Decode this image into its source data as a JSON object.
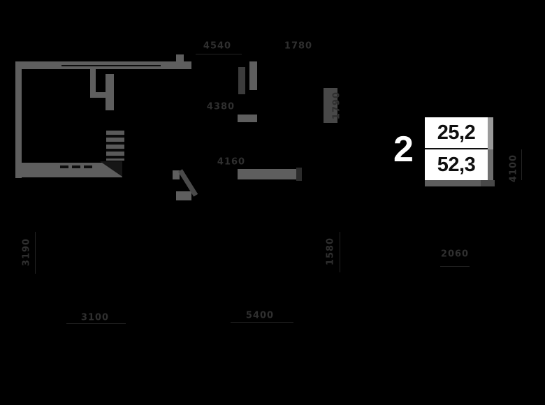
{
  "unit_badge": {
    "rooms_count": "2",
    "area_upper": "25,2",
    "area_lower": "52,3"
  },
  "dims": {
    "top_left": "4540",
    "top_right": "1780",
    "hall": "4380",
    "corridor": "4160",
    "bottom_left": "3100",
    "bottom_mid": "5400",
    "bottom_right": "2060",
    "left_vertical": "3190",
    "mid_upper_vertical": "1790",
    "mid_lower_vertical": "1580",
    "right_vertical": "4100"
  },
  "colors": {
    "background": "#000000",
    "wall": "#5e5e5e",
    "wall_light": "#9a9a9a",
    "dimension_text": "#2f2f2f",
    "badge_box": "#ffffff",
    "badge_text": "#0f0f0f",
    "rooms_text": "#ffffff"
  }
}
